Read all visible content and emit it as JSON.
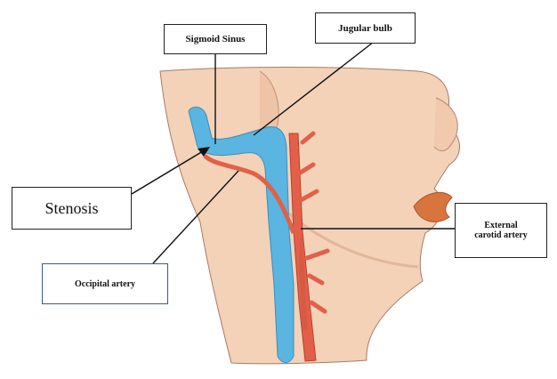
{
  "labels": {
    "sigmoid_sinus": "Sigmoid Sinus",
    "jugular_bulb": "Jugular bulb",
    "stenosis": "Stenosis",
    "external_carotid_line1": "External",
    "external_carotid_line2": "carotid artery",
    "occipital_artery": "Occipital artery"
  },
  "colors": {
    "skin": "#f3d2b8",
    "skin_shadow": "#e2b496",
    "outline": "#a57c66",
    "vein": "#5ab5e0",
    "artery": "#e2604a",
    "lips": "#d8753e",
    "occipital_border": "#3b5a8c"
  }
}
